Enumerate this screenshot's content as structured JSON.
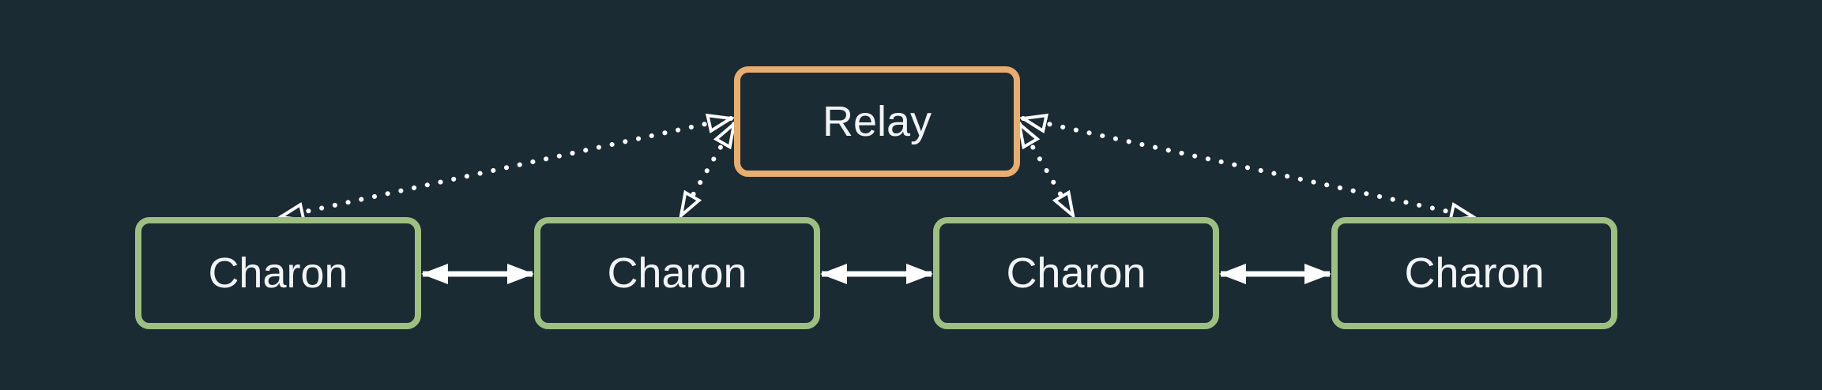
{
  "colors": {
    "background": "#1b2b34",
    "relay_border": "#e8ad6f",
    "charon_border": "#9dbf82",
    "text": "#f2f4f5",
    "connector": "#ffffff"
  },
  "nodes": {
    "relay": {
      "label": "Relay"
    },
    "charons": [
      {
        "label": "Charon"
      },
      {
        "label": "Charon"
      },
      {
        "label": "Charon"
      },
      {
        "label": "Charon"
      }
    ]
  },
  "connections": [
    {
      "from": "relay",
      "to": "charon-1",
      "style": "dotted",
      "direction": "both"
    },
    {
      "from": "relay",
      "to": "charon-2",
      "style": "dotted",
      "direction": "both"
    },
    {
      "from": "relay",
      "to": "charon-3",
      "style": "dotted",
      "direction": "both"
    },
    {
      "from": "relay",
      "to": "charon-4",
      "style": "dotted",
      "direction": "both"
    },
    {
      "from": "charon-1",
      "to": "charon-2",
      "style": "solid",
      "direction": "both"
    },
    {
      "from": "charon-2",
      "to": "charon-3",
      "style": "solid",
      "direction": "both"
    },
    {
      "from": "charon-3",
      "to": "charon-4",
      "style": "solid",
      "direction": "both"
    }
  ]
}
